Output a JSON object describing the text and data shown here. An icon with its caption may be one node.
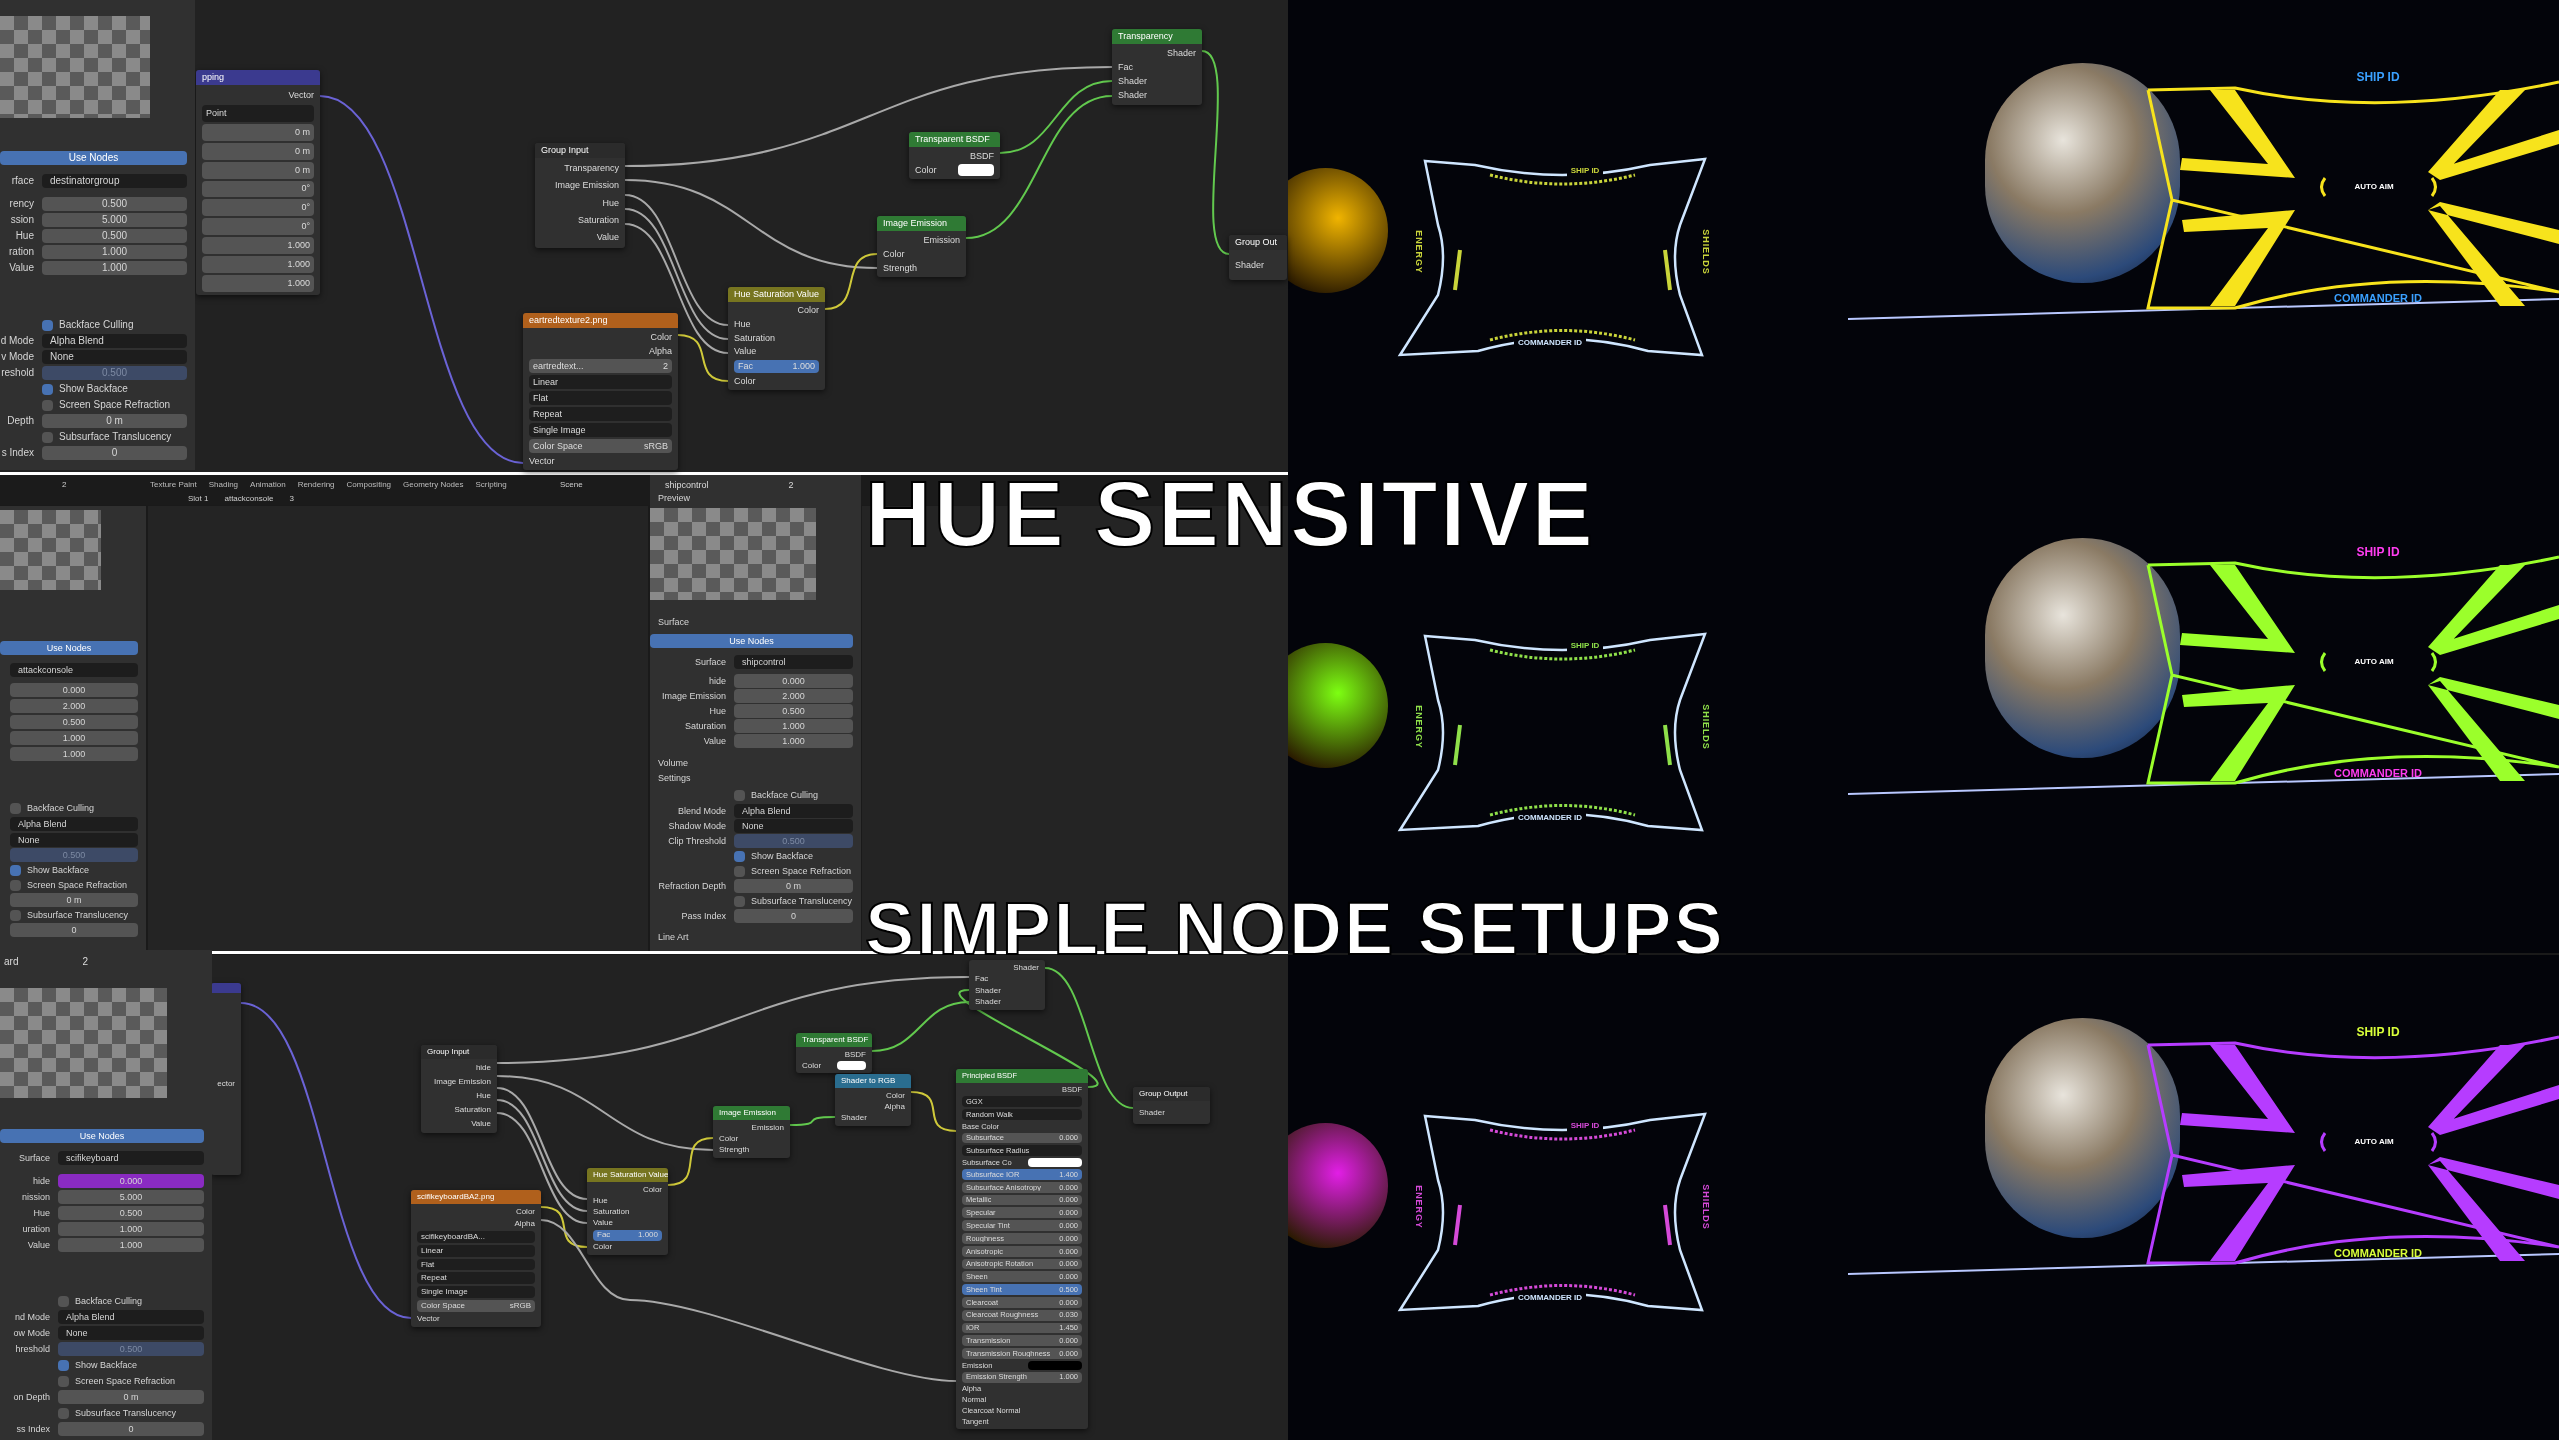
{
  "diagram": {
    "nodes": [
      {
        "text": [
          "pping",
          "Vector",
          "Point",
          "0 m",
          "0 m",
          "0 m",
          "0°",
          "0°",
          "0°",
          "1.000",
          "1.000",
          "1.000"
        ]
      },
      {
        "text": [
          "Group Input",
          "Transparency",
          "Image Emission",
          "Hue",
          "Saturation",
          "Value"
        ]
      },
      {
        "text": [
          "eartredtexture2.png",
          "Color",
          "Alpha",
          "eartredtext...",
          "2",
          "Linear",
          "Flat",
          "Repeat",
          "Single Image",
          "Color Space",
          "sRGB",
          "Vector"
        ]
      },
      {
        "text": [
          "Hue Saturation Value",
          "Color",
          "Hue",
          "Saturation",
          "Value",
          "Fac",
          "1.000",
          "Color"
        ]
      },
      {
        "text": [
          "Transparent BSDF",
          "BSDF",
          "Color"
        ]
      },
      {
        "text": [
          "Image Emission",
          "Emission",
          "Color",
          "Strength"
        ]
      },
      {
        "text": [
          "Transparency",
          "Shader",
          "Fac",
          "Shader",
          "Shader"
        ]
      },
      {
        "text": [
          "Group Out",
          "Shader"
        ]
      },
      {
        "text": [
          "ector"
        ]
      },
      {
        "text": [
          "Group Input",
          "hide",
          "Image Emission",
          "Hue",
          "Saturation",
          "Value"
        ]
      },
      {
        "text": [
          "scifikeyboardBA2.png",
          "Color",
          "Alpha",
          "scifikeyboardBA...",
          "Linear",
          "Flat",
          "Repeat",
          "Single Image",
          "Color Space",
          "sRGB",
          "Vector"
        ]
      },
      {
        "text": [
          "Hue Saturation Value",
          "Color",
          "Hue",
          "Saturation",
          "Value",
          "Fac",
          "1.000",
          "Color"
        ]
      },
      {
        "text": [
          "Image Emission",
          "Emission",
          "Color",
          "Strength"
        ]
      },
      {
        "text": [
          "Transparent BSDF",
          "BSDF",
          "Color"
        ]
      },
      {
        "text": [
          "Shader to RGB",
          "Color",
          "Alpha",
          "Shader"
        ]
      },
      {
        "text": [
          "Principled BSDF",
          "BSDF",
          "GGX",
          "Random Walk",
          "Base Color",
          "Subsurface",
          "0.000",
          "Subsurface Radius",
          "Subsurface Co",
          "Subsurface IOR",
          "1.400",
          "Subsurface Anisotropy",
          "0.000",
          "Metallic",
          "0.000",
          "Specular",
          "0.000",
          "Specular Tint",
          "0.000",
          "Roughness",
          "0.000",
          "Anisotropic",
          "0.000",
          "Anisotropic Rotation",
          "0.000",
          "Sheen",
          "0.000",
          "Sheen Tint",
          "0.500",
          "Clearcoat",
          "0.000",
          "Clearcoat Roughness",
          "0.030",
          "IOR",
          "1.450",
          "Transmission",
          "0.000",
          "Transmission Roughness",
          "0.000",
          "Emission",
          "Emission Strength",
          "1.000",
          "Alpha",
          "Normal",
          "Clearcoat Normal",
          "Tangent"
        ]
      },
      {
        "text": [
          "Shader",
          "Fac",
          "Shader",
          "Shader"
        ]
      },
      {
        "text": [
          "Group Output",
          "Shader"
        ]
      }
    ],
    "edges": [
      {
        "from": 0,
        "to": 2,
        "arrow": "none",
        "color": "#6b63d6"
      },
      {
        "from": 1,
        "to": 6,
        "arrow": "none"
      },
      {
        "from": 1,
        "to": 5,
        "arrow": "none"
      },
      {
        "from": 1,
        "to": 3,
        "arrow": "none"
      },
      {
        "from": 1,
        "to": 3,
        "arrow": "none"
      },
      {
        "from": 1,
        "to": 3,
        "arrow": "none"
      },
      {
        "from": 2,
        "to": 3,
        "arrow": "none",
        "color": "#cfc93a"
      },
      {
        "from": 3,
        "to": 5,
        "arrow": "none",
        "color": "#cfc93a"
      },
      {
        "from": 4,
        "to": 6,
        "arrow": "none",
        "color": "#62c94e"
      },
      {
        "from": 5,
        "to": 6,
        "arrow": "none",
        "color": "#62c94e"
      },
      {
        "from": 6,
        "to": 7,
        "arrow": "none",
        "color": "#62c94e"
      },
      {
        "from": 8,
        "to": 10,
        "arrow": "none",
        "color": "#6b63d6"
      },
      {
        "from": 9,
        "to": 16,
        "arrow": "none"
      },
      {
        "from": 9,
        "to": 12,
        "arrow": "none"
      },
      {
        "from": 9,
        "to": 11,
        "arrow": "none"
      },
      {
        "from": 9,
        "to": 11,
        "arrow": "none"
      },
      {
        "from": 9,
        "to": 11,
        "arrow": "none"
      },
      {
        "from": 10,
        "to": 11,
        "arrow": "none",
        "color": "#cfc93a"
      },
      {
        "from": 10,
        "to": 15,
        "arrow": "none"
      },
      {
        "from": 11,
        "to": 12,
        "arrow": "none",
        "color": "#cfc93a"
      },
      {
        "from": 12,
        "to": 14,
        "arrow": "none",
        "color": "#62c94e"
      },
      {
        "from": 14,
        "to": 15,
        "arrow": "none",
        "color": "#cfc93a"
      },
      {
        "from": 13,
        "to": 16,
        "arrow": "none",
        "color": "#62c94e"
      },
      {
        "from": 15,
        "to": 16,
        "arrow": "none",
        "color": "#62c94e"
      },
      {
        "from": 16,
        "to": 17,
        "arrow": "none",
        "color": "#62c94e"
      }
    ],
    "labels": [
      "Use Nodes",
      "rface",
      "destinatorgroup",
      "rency",
      "0.500",
      "ssion",
      "5.000",
      "Hue",
      "0.500",
      "ration",
      "1.000",
      "Value",
      "1.000",
      "Backface Culling",
      "d Mode",
      "Alpha Blend",
      "v Mode",
      "None",
      "reshold",
      "0.500",
      "Show Backface",
      "Screen Space Refraction",
      "Depth",
      "0 m",
      "Subsurface Translucency",
      "s Index",
      "0",
      "2",
      "Texture Paint",
      "Shading",
      "Animation",
      "Rendering",
      "Compositing",
      "Geometry Nodes",
      "Scripting",
      "Scene",
      "Slot 1",
      "attackconsole",
      "3",
      "Use Nodes",
      "attackconsole",
      "0.000",
      "2.000",
      "0.500",
      "1.000",
      "1.000",
      "Backface Culling",
      "Alpha Blend",
      "None",
      "0.500",
      "Show Backface",
      "Screen Space Refraction",
      "0 m",
      "Subsurface Translucency",
      "0",
      "shipcontrol",
      "2",
      "Preview",
      "Surface",
      "Use Nodes",
      "Surface",
      "shipcontrol",
      "hide",
      "0.000",
      "Image Emission",
      "2.000",
      "Hue",
      "0.500",
      "Saturation",
      "1.000",
      "Value",
      "1.000",
      "Volume",
      "Settings",
      "Backface Culling",
      "Blend Mode",
      "Alpha Blend",
      "Shadow Mode",
      "None",
      "Clip Threshold",
      "0.500",
      "Show Backface",
      "Screen Space Refraction",
      "Refraction Depth",
      "0 m",
      "Subsurface Translucency",
      "Pass Index",
      "0",
      "Line Art",
      "ard",
      "2",
      "Use Nodes",
      "Surface",
      "scifikeyboard",
      "hide",
      "0.000",
      "nission",
      "5.000",
      "Hue",
      "0.500",
      "uration",
      "1.000",
      "Value",
      "1.000",
      "Backface Culling",
      "nd Mode",
      "Alpha Blend",
      "ow Mode",
      "None",
      "hreshold",
      "0.500",
      "Show Backface",
      "Screen Space Refraction",
      "on Depth",
      "0 m",
      "Subsurface Translucency",
      "ss Index",
      "0",
      "HUE SENSITIVE",
      "SIMPLE NODE SETUPS",
      "SHIP ID",
      "ENERGY",
      "SHIELDS",
      "COMMANDER ID",
      "SHIP ID",
      "AUTO AIM",
      "COMMANDER ID",
      "SHIP ID",
      "ENERGY",
      "SHIELDS",
      "COMMANDER ID",
      "SHIP ID",
      "AUTO AIM",
      "COMMANDER ID",
      "SHIP ID",
      "ENERGY",
      "SHIELDS",
      "COMMANDER ID",
      "SHIP ID",
      "AUTO AIM",
      "COMMANDER ID"
    ]
  }
}
